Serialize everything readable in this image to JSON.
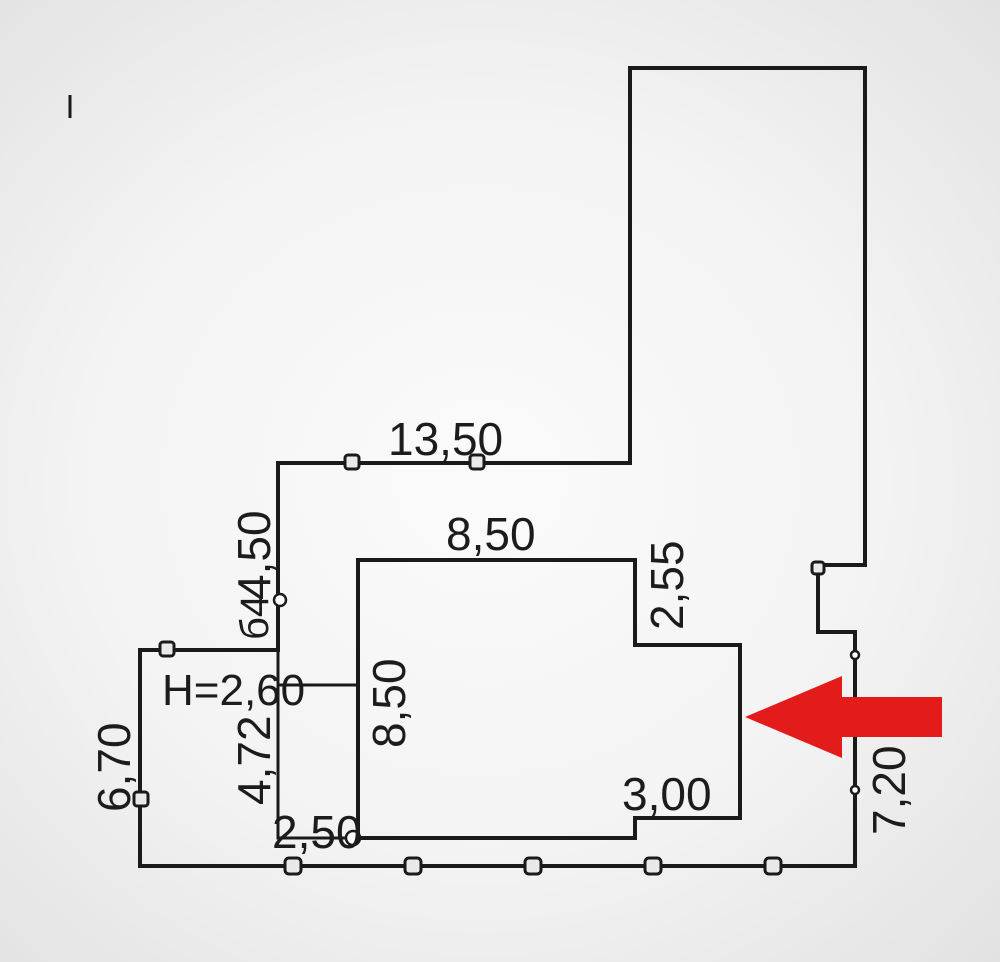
{
  "plan": {
    "height_label": "H=2,60",
    "dimensions": {
      "top_wall": "13,50",
      "left_wall_upper": "4,50",
      "left_wall_marker": "б4",
      "left_outer": "6,70",
      "inner_left": "4,72",
      "room_top": "8,50",
      "room_side": "8,50",
      "room_notch": "2,55",
      "room_bottom_right": "3,00",
      "bottom_left": "2,50",
      "right_outer": "7,20"
    },
    "arrow": {
      "color": "#e31b1b",
      "direction": "left"
    },
    "wall_color": "#1a1a1a"
  }
}
